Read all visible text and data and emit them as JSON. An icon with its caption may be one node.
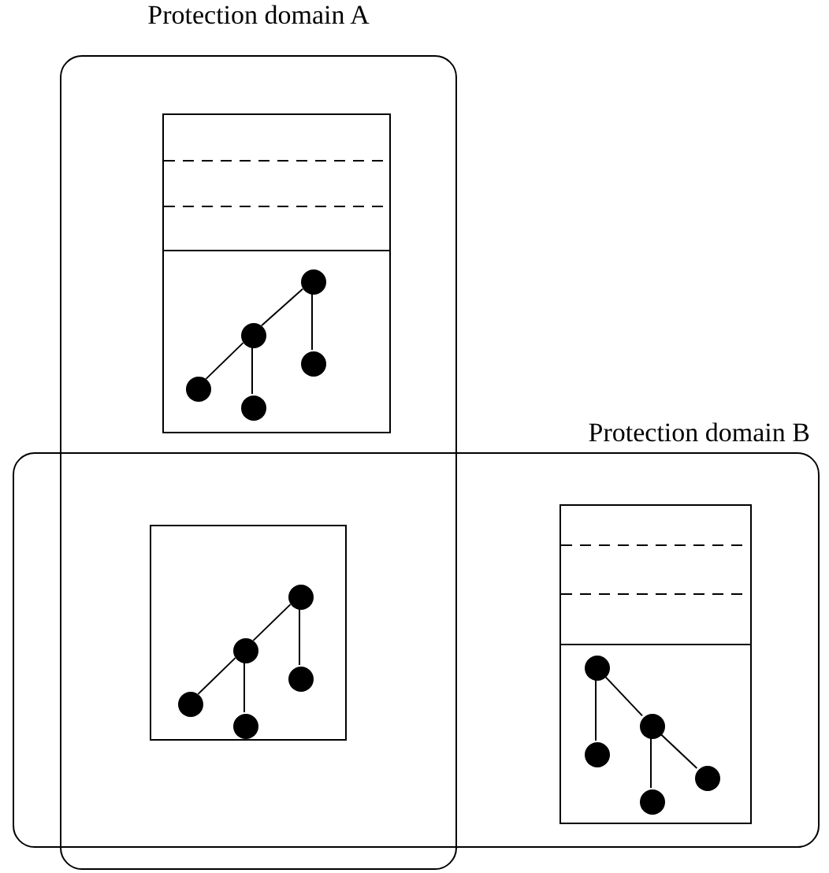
{
  "diagram": {
    "nodes": [
      {
        "text": [
          "Protection domain A"
        ]
      },
      {
        "text": [
          "Protection domain B"
        ]
      },
      {
        "text": [],
        "shape": "box",
        "in": 0
      },
      {
        "text": [],
        "shape": "circle",
        "in": 2
      },
      {
        "text": [],
        "shape": "circle",
        "in": 2
      },
      {
        "text": [],
        "shape": "circle",
        "in": 2
      },
      {
        "text": [],
        "shape": "circle",
        "in": 2
      },
      {
        "text": [],
        "shape": "circle",
        "in": 2
      },
      {
        "text": [],
        "shape": "box"
      },
      {
        "text": [],
        "shape": "circle",
        "in": 8
      },
      {
        "text": [],
        "shape": "circle",
        "in": 8
      },
      {
        "text": [],
        "shape": "circle",
        "in": 8
      },
      {
        "text": [],
        "shape": "circle",
        "in": 8
      },
      {
        "text": [],
        "shape": "circle",
        "in": 8
      },
      {
        "text": [],
        "shape": "box",
        "in": 1
      },
      {
        "text": [],
        "shape": "circle",
        "in": 14
      },
      {
        "text": [],
        "shape": "circle",
        "in": 14
      },
      {
        "text": [],
        "shape": "circle",
        "in": 14
      },
      {
        "text": [],
        "shape": "circle",
        "in": 14
      },
      {
        "text": [],
        "shape": "circle",
        "in": 14
      }
    ],
    "edges": [
      {
        "from": 3,
        "to": 4,
        "arrow": "none"
      },
      {
        "from": 3,
        "to": 5,
        "arrow": "none"
      },
      {
        "from": 4,
        "to": 6,
        "arrow": "none"
      },
      {
        "from": 4,
        "to": 7,
        "arrow": "none"
      },
      {
        "from": 9,
        "to": 10,
        "arrow": "none"
      },
      {
        "from": 9,
        "to": 11,
        "arrow": "none"
      },
      {
        "from": 10,
        "to": 12,
        "arrow": "none"
      },
      {
        "from": 10,
        "to": 13,
        "arrow": "none"
      },
      {
        "from": 15,
        "to": 16,
        "arrow": "none"
      },
      {
        "from": 15,
        "to": 17,
        "arrow": "none"
      },
      {
        "from": 16,
        "to": 19,
        "arrow": "none"
      },
      {
        "from": 16,
        "to": 18,
        "arrow": "none"
      }
    ]
  }
}
